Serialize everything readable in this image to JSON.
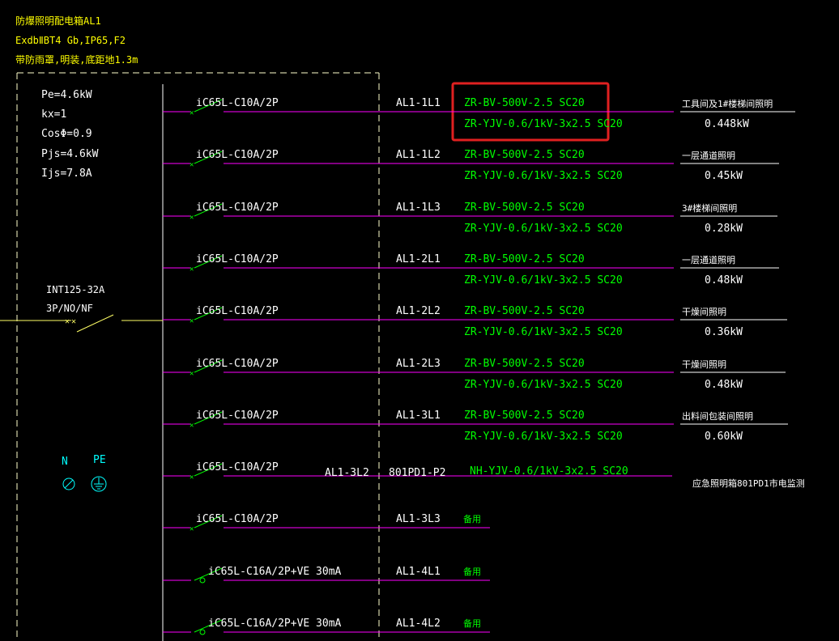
{
  "panel": {
    "title": "防爆照明配电箱AL1",
    "exspec": "ExdbⅡBT4 Gb,IP65,F2",
    "install": "带防雨罩,明装,底距地1.3m"
  },
  "params": [
    "Pe=4.6kW",
    "kx=1",
    "CosΦ=0.9",
    "Pjs=4.6kW",
    "Ijs=7.8A"
  ],
  "main_breaker": {
    "model": "INT125-32A",
    "poles": "3P/NO/NF"
  },
  "terminals": {
    "n_label": "N",
    "pe_label": "PE"
  },
  "circuits": [
    {
      "breaker": "iC65L-C10A/2P",
      "id": "AL1-1L1",
      "cable1": "ZR-BV-500V-2.5  SC20",
      "cable2": "ZR-YJV-0.6/1kV-3x2.5  SC20",
      "load": "工具间及1#楼梯间照明",
      "power": "0.448kW"
    },
    {
      "breaker": "iC65L-C10A/2P",
      "id": "AL1-1L2",
      "cable1": "ZR-BV-500V-2.5  SC20",
      "cable2": "ZR-YJV-0.6/1kV-3x2.5  SC20",
      "load": "一层通道照明",
      "power": "0.45kW"
    },
    {
      "breaker": "iC65L-C10A/2P",
      "id": "AL1-1L3",
      "cable1": "ZR-BV-500V-2.5  SC20",
      "cable2": "ZR-YJV-0.6/1kV-3x2.5  SC20",
      "load": "3#楼梯间照明",
      "power": "0.28kW"
    },
    {
      "breaker": "iC65L-C10A/2P",
      "id": "AL1-2L1",
      "cable1": "ZR-BV-500V-2.5  SC20",
      "cable2": "ZR-YJV-0.6/1kV-3x2.5  SC20",
      "load": "一层通道照明",
      "power": "0.48kW"
    },
    {
      "breaker": "iC65L-C10A/2P",
      "id": "AL1-2L2",
      "cable1": "ZR-BV-500V-2.5  SC20",
      "cable2": "ZR-YJV-0.6/1kV-3x2.5  SC20",
      "load": "干燥间照明",
      "power": "0.36kW"
    },
    {
      "breaker": "iC65L-C10A/2P",
      "id": "AL1-2L3",
      "cable1": "ZR-BV-500V-2.5  SC20",
      "cable2": "ZR-YJV-0.6/1kV-3x2.5  SC20",
      "load": "干燥间照明",
      "power": "0.48kW"
    },
    {
      "breaker": "iC65L-C10A/2P",
      "id": "AL1-3L1",
      "cable1": "ZR-BV-500V-2.5  SC20",
      "cable2": "ZR-YJV-0.6/1kV-3x2.5  SC20",
      "load": "出料间包装间照明",
      "power": "0.60kW"
    },
    {
      "breaker": "iC65L-C10A/2P",
      "id": "AL1-3L2",
      "id2": "801PD1-P2",
      "cable1": "NH-YJV-0.6/1kV-3x2.5  SC20",
      "load": "应急照明箱801PD1市电监测"
    },
    {
      "breaker": "iC65L-C10A/2P",
      "id": "AL1-3L3",
      "spare": "备用"
    },
    {
      "breaker": "iC65L-C16A/2P+VE 30mA",
      "id": "AL1-4L1",
      "spare": "备用"
    },
    {
      "breaker": "iC65L-C16A/2P+VE 30mA",
      "id": "AL1-4L2",
      "spare": "备用"
    }
  ],
  "colors": {
    "bus": "#ff00ff",
    "frame": "#ffffcc",
    "highlight": "#e02020",
    "cable_text": "#00ff00",
    "title_text": "#ffff00",
    "label_text": "#ffffff",
    "terminal": "#00ffff"
  }
}
